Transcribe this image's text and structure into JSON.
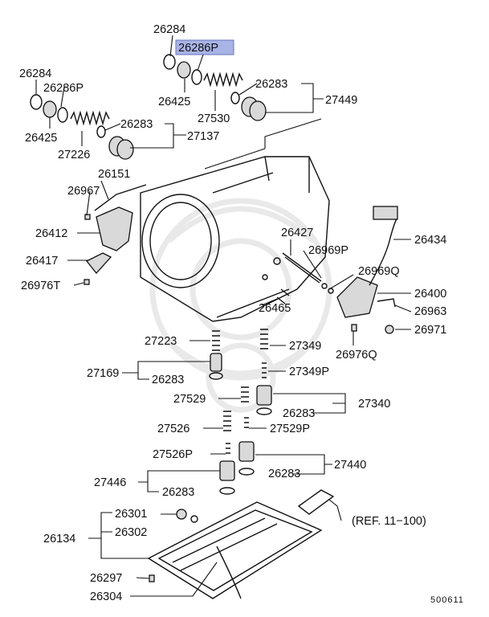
{
  "labels": {
    "p26284_top": "26284",
    "p26286P_top": "26286P",
    "p26425_top": "26425",
    "p27530": "27530",
    "p26283_top": "26283",
    "p27449": "27449",
    "p26284_left": "26284",
    "p26286P_left": "26286P",
    "p26425_left": "26425",
    "p27226": "27226",
    "p26283_left": "26283",
    "p27137": "27137",
    "p26151": "26151",
    "p26967": "26967",
    "p26412": "26412",
    "p26417": "26417",
    "p26976T": "26976T",
    "p26427": "26427",
    "p26969P": "26969P",
    "p26969Q": "26969Q",
    "p26434": "26434",
    "p26400": "26400",
    "p26963": "26963",
    "p26971": "26971",
    "p26976Q": "26976Q",
    "p26465": "26465",
    "p27223": "27223",
    "p27349": "27349",
    "p27169": "27169",
    "p26283_a": "26283",
    "p27349P": "27349P",
    "p27529": "27529",
    "p27340": "27340",
    "p26283_b": "26283",
    "p27526": "27526",
    "p27529P": "27529P",
    "p27526P": "27526P",
    "p26283_c": "26283",
    "p27440": "27440",
    "p27446": "27446",
    "p26283_d": "26283",
    "p26301": "26301",
    "p26134": "26134",
    "p26302": "26302",
    "p26297": "26297",
    "p26304": "26304",
    "ref": "(REF. 11−100)"
  },
  "diagram_code": "500611",
  "highlight_color": "#a8b3e6"
}
